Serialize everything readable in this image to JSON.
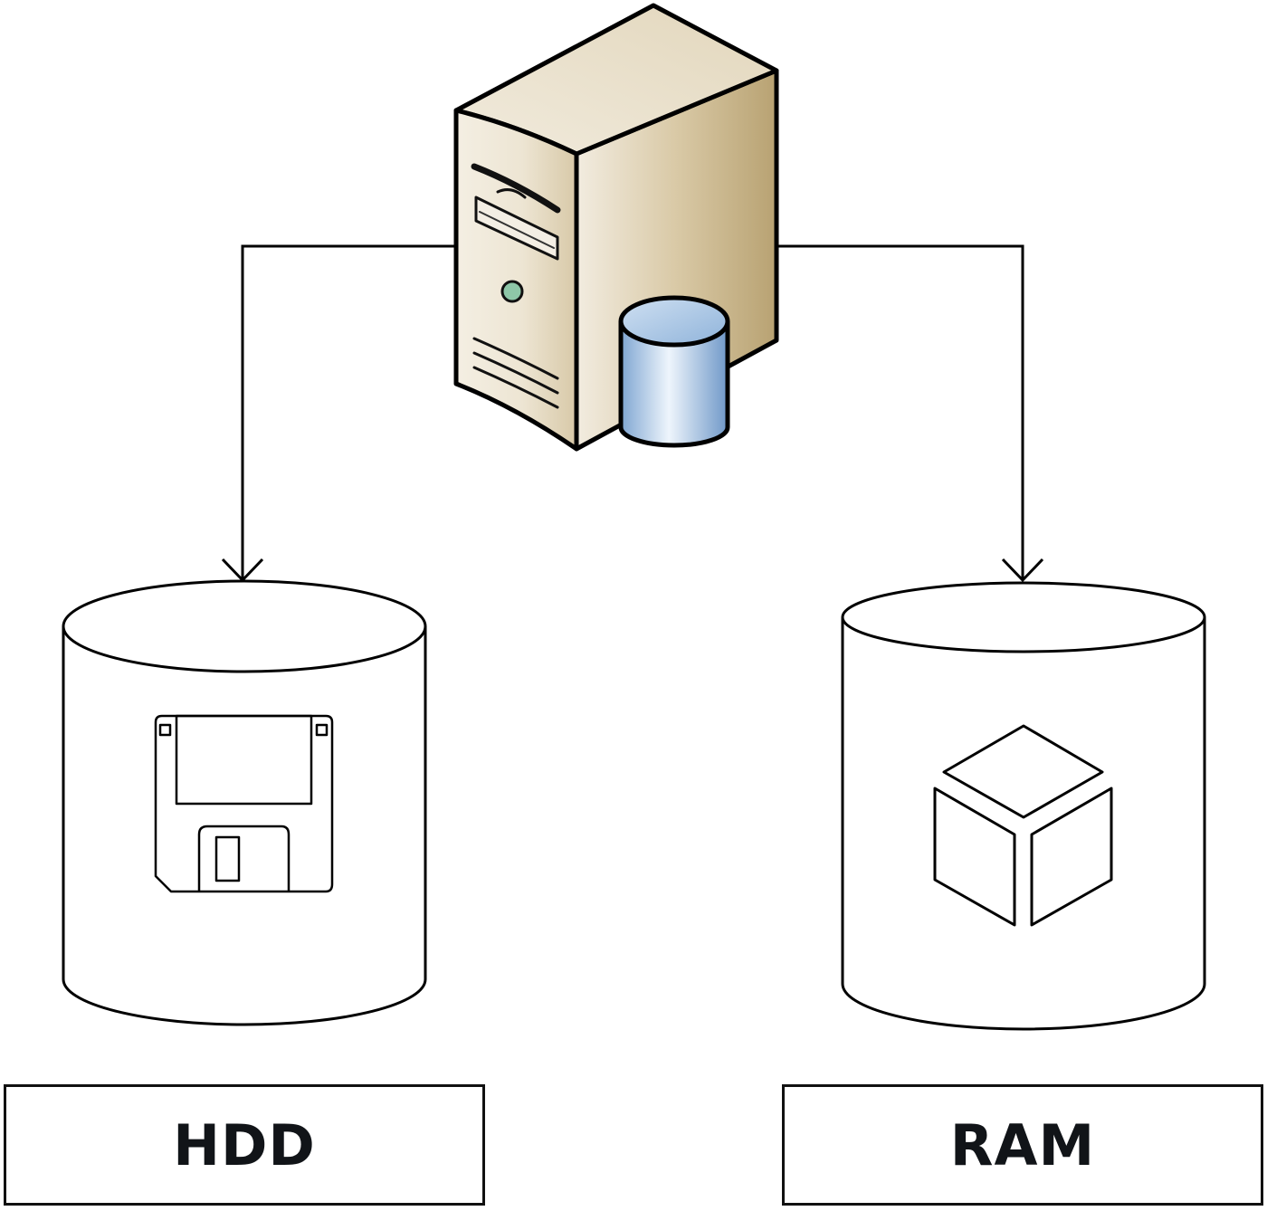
{
  "nodes": {
    "server": {
      "icon": "database-server-icon"
    },
    "hdd": {
      "label": "HDD",
      "icon": "floppy-disk-icon"
    },
    "ram": {
      "label": "RAM",
      "icon": "cube-icon"
    }
  },
  "edges": [
    {
      "from": "server",
      "to": "hdd"
    },
    {
      "from": "server",
      "to": "ram"
    }
  ],
  "colors": {
    "stroke": "#000000",
    "label_text": "#111418",
    "server_body": "#e6dcc8",
    "server_side": "#c2b08a",
    "database_accent": "#a9c8e6",
    "indicator_light": "#8ec7a8"
  }
}
